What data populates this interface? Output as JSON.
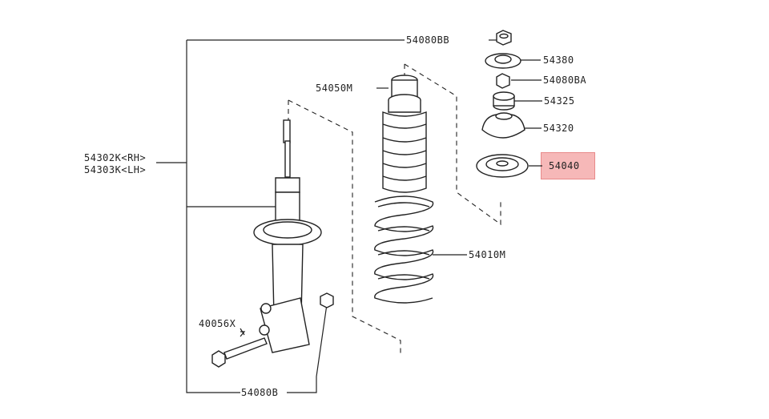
{
  "labels": {
    "p54080BB": "54080BB",
    "p54380": "54380",
    "p54080BA": "54080BA",
    "p54325": "54325",
    "p54320": "54320",
    "p54040": "54040",
    "p54050M": "54050M",
    "p54010M": "54010M",
    "p54302K": "54302K<RH>",
    "p54303K": "54303K<LH>",
    "p40056X": "40056X",
    "p54080B": "54080B"
  },
  "highlight": {
    "part": "54040",
    "color": "#f6b8b8"
  }
}
